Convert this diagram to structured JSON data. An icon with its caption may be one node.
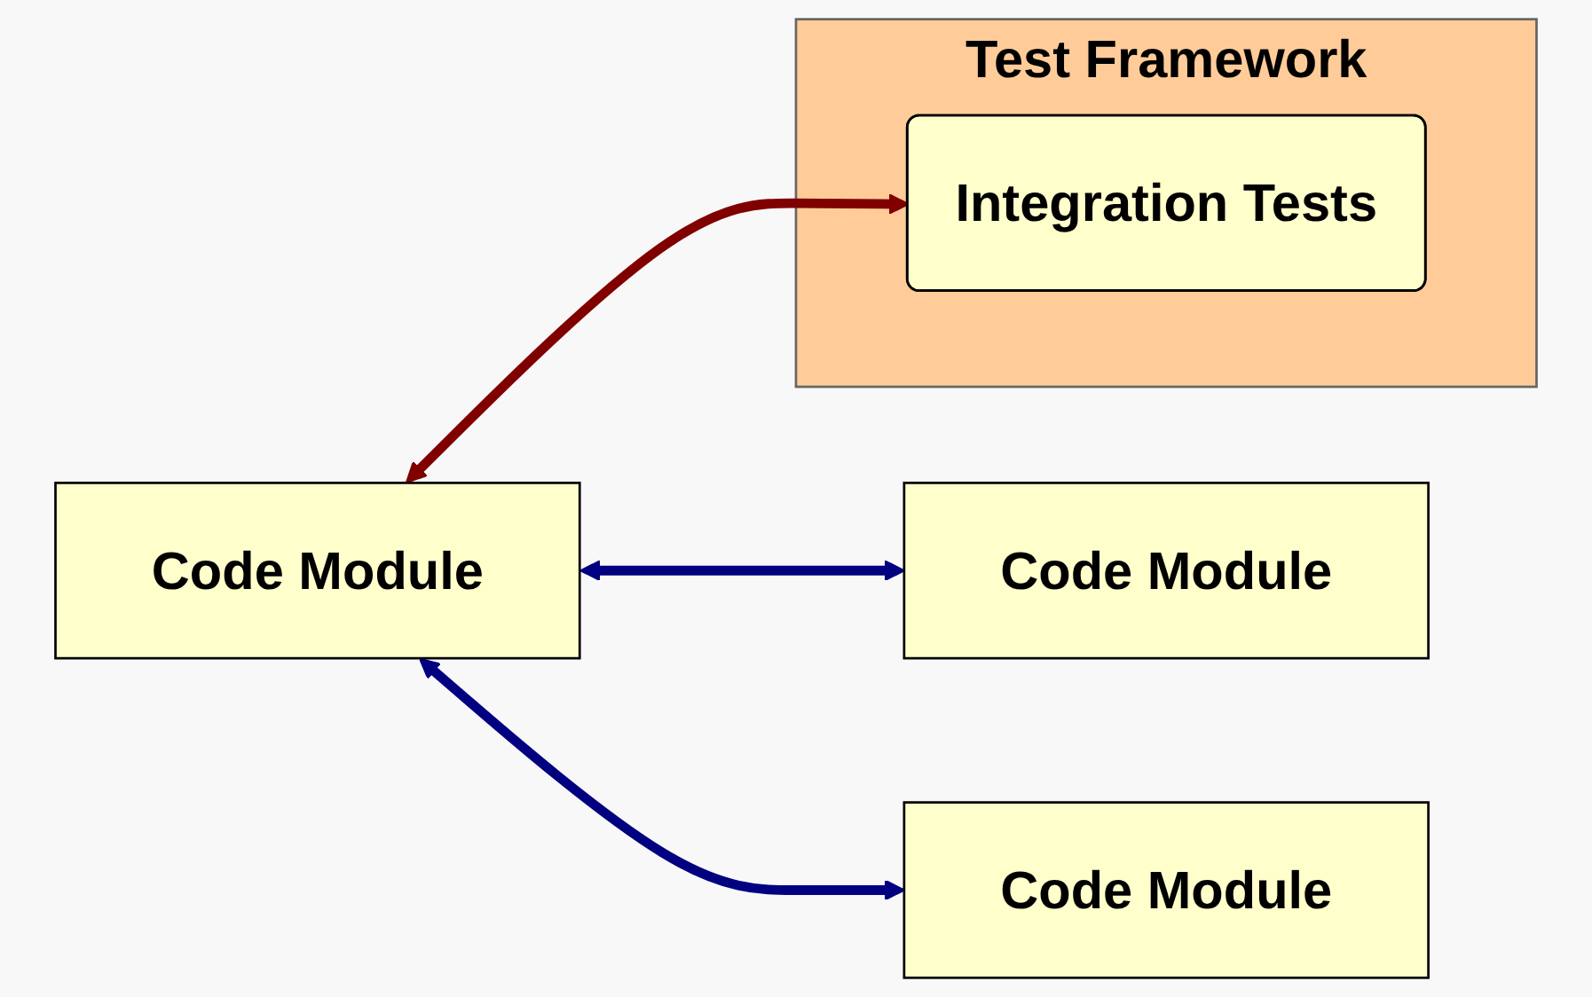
{
  "diagram": {
    "nodes": [
      {
        "text": [
          "Test Framework"
        ]
      },
      {
        "text": [
          "Integration Tests"
        ],
        "in": 0
      },
      {
        "text": [
          "Code Module"
        ]
      },
      {
        "text": [
          "Code Module"
        ]
      },
      {
        "text": [
          "Code Module"
        ]
      }
    ],
    "edges": [
      {
        "from": 2,
        "to": 1,
        "arrow": "both",
        "color": "#800000"
      },
      {
        "from": 2,
        "to": 3,
        "arrow": "both"
      },
      {
        "from": 2,
        "to": 4,
        "arrow": "both"
      }
    ]
  }
}
